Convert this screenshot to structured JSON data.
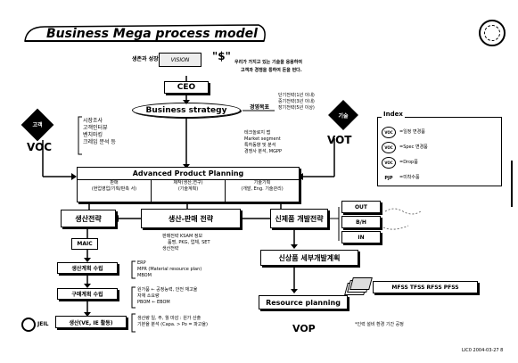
{
  "title": "Business Mega process model",
  "top": {
    "growth_label": "생존과 성장",
    "stamp": "VISION",
    "dollar": "\"$\"",
    "note_line1": "우리가 가지고 있는 기술을 응용하여",
    "note_line2": "고객과 경쟁을 통하여 돈을 번다."
  },
  "ceo": "CEO",
  "business_strategy": "Business strategy",
  "management_goals": {
    "label": "경영목표",
    "items": [
      "단기전략(1년 이내)",
      "중기전략(3년 이내)",
      "장기전략(5년 이상)"
    ]
  },
  "voc": {
    "badge": "고객",
    "label": "VOC",
    "items": [
      "시장조사",
      "고객인터뷰",
      "벤치마킹",
      "크레임 분석 등"
    ]
  },
  "vot": {
    "badge": "기술",
    "label": "VOT",
    "items": [
      "테크놀로지 맵",
      "Market segment",
      "특허동향 및 분석",
      "경쟁사 분석, MGPP"
    ]
  },
  "index": {
    "title": "Index",
    "items": [
      {
        "badge": "VOC",
        "text": "일정 변경품"
      },
      {
        "badge": "VOC",
        "text": "Spec 변경품"
      },
      {
        "badge": "VOC",
        "text": "Drop품"
      },
      {
        "badge": "PJP",
        "text": "미착수품"
      }
    ]
  },
  "app": {
    "title": "Advanced Product Planning",
    "cols": [
      {
        "head": "판매",
        "sub": "(현업영업/기획/판촉 서)"
      },
      {
        "head": "제작(생산,연구)",
        "sub": "(기술계획)"
      },
      {
        "head": "기술기획",
        "sub": "(개발, Eng. 기술관리)"
      }
    ]
  },
  "production_strategy": "생산전략",
  "prod_sales_strategy": "생산-판매 전략",
  "new_product_strategy": "신제품 개발전략",
  "maic": "MAIC",
  "production_plan": "생산계획 수립",
  "purchase_plan": "구매계획 수립",
  "production_ops": "생산(VE, IE 활동)",
  "prod_items": [
    "ERP",
    "MPR (Material resource plan)",
    "MBOM"
  ],
  "purchase_items": [
    "원가품 ← 공정능력, 안전 재고율",
    "자재 소요량",
    "PBOM ← EBOM"
  ],
  "ops_items": [
    "생산량 일, 주, 월 마감 : 원가 산출",
    "기본율 분석 (Capa. > Po = 파고율)"
  ],
  "sales_items": [
    "판매전략 KSAM 정보",
    "품명, PKG, 업체, SET",
    "생산전략"
  ],
  "flow_items": [
    "OUT",
    "B/H",
    "IN"
  ],
  "new_detail_plan": "신상품 세부개발계획",
  "docs_badge": "MFSS TFSS RFSS PFSS",
  "resource_planning": "Resource planning",
  "vop": "VOP",
  "vop_note": "*인력  설비  환경  기간  공정",
  "footer": "LIC0 2004-03-27   8",
  "logo_text": "JEIL"
}
